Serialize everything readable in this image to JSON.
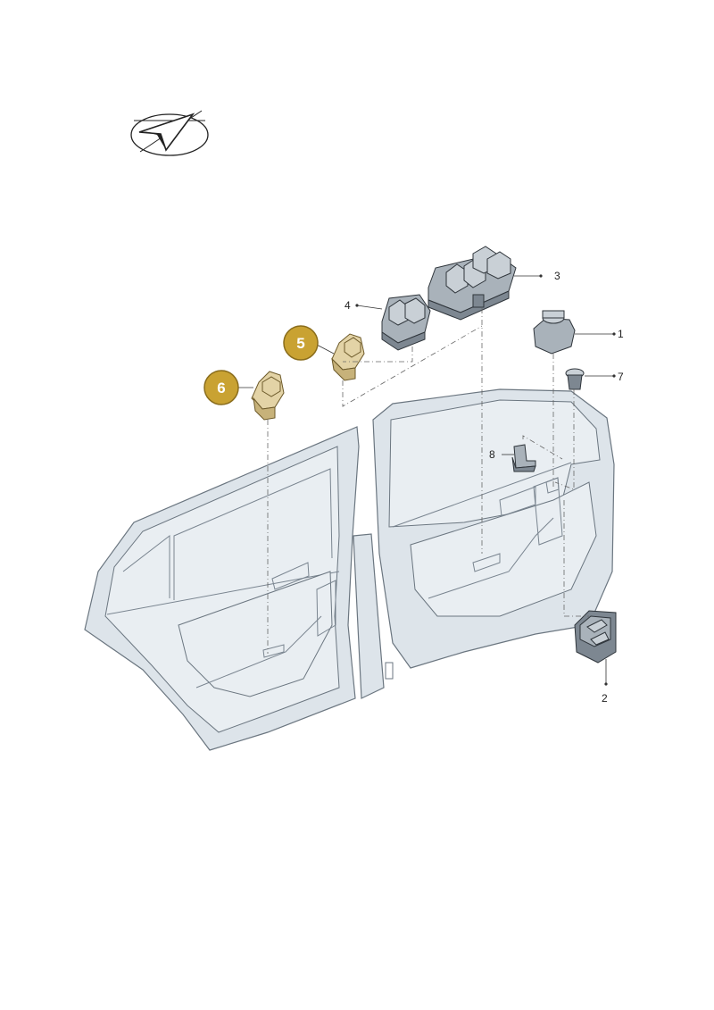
{
  "logo": {
    "name": "brand-logo"
  },
  "callouts": [
    {
      "id": "1",
      "label": "1"
    },
    {
      "id": "2",
      "label": "2"
    },
    {
      "id": "3",
      "label": "3"
    },
    {
      "id": "4",
      "label": "4"
    },
    {
      "id": "7",
      "label": "7"
    },
    {
      "id": "8",
      "label": "8"
    }
  ],
  "badges": [
    {
      "id": "5",
      "label": "5"
    },
    {
      "id": "6",
      "label": "6"
    }
  ],
  "colors": {
    "badge_fill": "#c9a232",
    "badge_border": "#8a6d1c",
    "highlight_part": "#e3d3a6"
  },
  "icons": [
    "brand-logo-icon"
  ]
}
